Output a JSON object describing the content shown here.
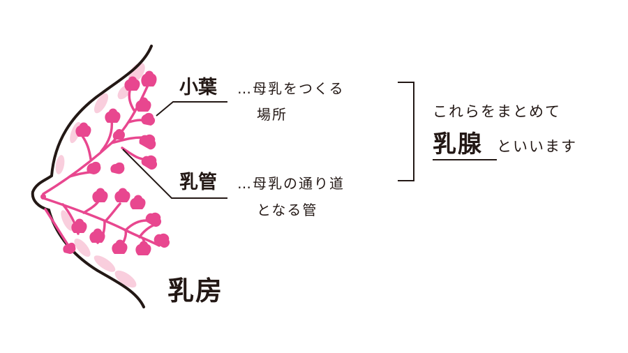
{
  "diagram": {
    "title": "乳房",
    "labels": {
      "lobule": {
        "term": "小葉",
        "desc_line1": "…母乳をつくる",
        "desc_line2": "場所"
      },
      "duct": {
        "term": "乳管",
        "desc_line1": "…母乳の通り道",
        "desc_line2": "となる管"
      }
    },
    "summary": {
      "line1": "これらをまとめて",
      "emphasis": "乳腺",
      "suffix": "といいます"
    },
    "colors": {
      "outline": "#231815",
      "gland": "#e8478f",
      "gland_light": "#f9cedd",
      "text": "#231815"
    }
  }
}
